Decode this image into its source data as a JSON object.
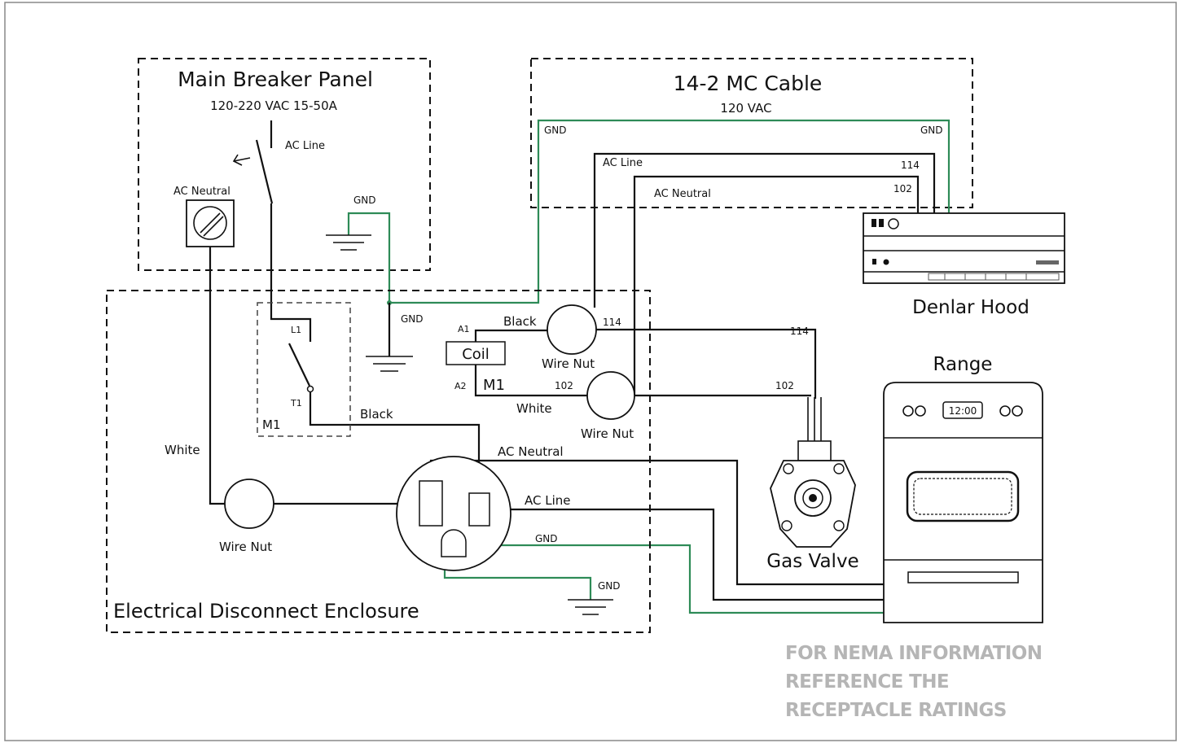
{
  "panel": {
    "title": "Main Breaker Panel",
    "rating": "120-220 VAC 15-50A",
    "ac_line": "AC Line",
    "ac_neutral": "AC Neutral",
    "gnd": "GND"
  },
  "cable": {
    "title": "14-2 MC Cable",
    "voltage": "120 VAC",
    "gnd_left": "GND",
    "gnd_right": "GND",
    "ac_line": "AC Line",
    "ac_neutral": "AC Neutral",
    "wire_114": "114",
    "wire_102": "102"
  },
  "hood": {
    "label": "Denlar Hood"
  },
  "range": {
    "label": "Range",
    "clock": "12:00"
  },
  "gas_valve": {
    "label": "Gas Valve",
    "wire_114": "114",
    "wire_102": "102"
  },
  "enclosure": {
    "title": "Electrical Disconnect Enclosure",
    "gnd_top": "GND",
    "contactor": {
      "label": "M1",
      "l1": "L1",
      "t1": "T1"
    },
    "coil": {
      "label": "Coil",
      "a1": "A1",
      "a2": "A2",
      "m1": "M1"
    },
    "black_top": "Black",
    "black_mid": "Black",
    "white_mid": "White",
    "white_left": "White",
    "wire_nut_top": "Wire Nut",
    "wire_nut_mid": "Wire Nut",
    "wire_nut_left": "Wire Nut",
    "n114": "114",
    "n102": "102",
    "ac_neutral": "AC Neutral",
    "ac_line": "AC Line",
    "gnd_receptacle": "GND",
    "gnd_bottom": "GND"
  },
  "note": {
    "line1": "FOR NEMA INFORMATION",
    "line2": "REFERENCE THE",
    "line3": "RECEPTACLE RATINGS"
  },
  "colors": {
    "wire": "#111111",
    "ground_wire": "#2e8b57",
    "note_text": "#b5b5b5"
  }
}
